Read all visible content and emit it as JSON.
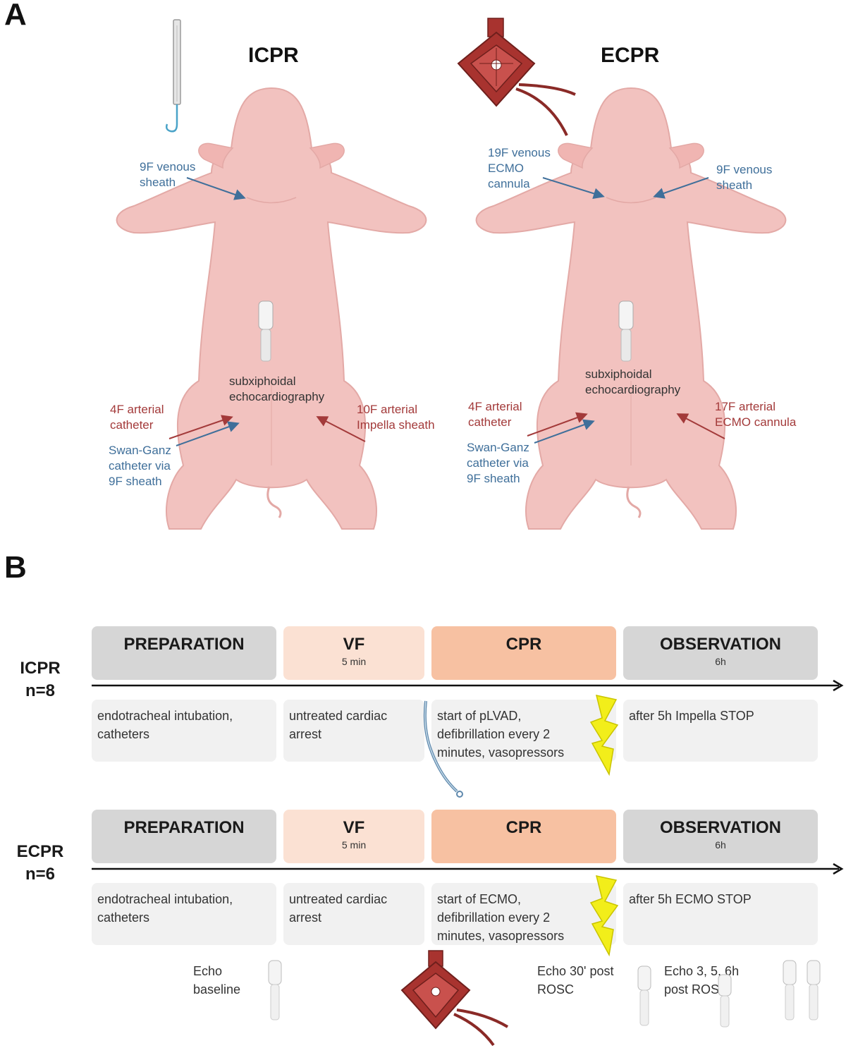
{
  "panel_a": {
    "letter": "A",
    "left": {
      "title": "ICPR",
      "venous": "9F venous\nsheath",
      "echo": "subxiphoidal\nechocardiography",
      "arterial_cath": "4F arterial\ncatheter",
      "impella": "10F arterial\nImpella sheath",
      "swan": "Swan-Ganz\ncatheter via\n9F sheath"
    },
    "right": {
      "title": "ECPR",
      "ecmo_venous": "19F venous\nECMO\ncannula",
      "venous": "9F venous\nsheath",
      "echo": "subxiphoidal\nechocardiography",
      "arterial_cath": "4F arterial\ncatheter",
      "ecmo_arterial": "17F arterial\nECMO cannula",
      "swan": "Swan-Ganz\ncatheter via\n9F sheath"
    },
    "colors": {
      "skin": "#f2c2bf",
      "skin_dark": "#e3a9a6",
      "blue_label": "#3f6f9a",
      "red_label": "#a33a3a",
      "ecmo": "#a8332f"
    }
  },
  "panel_b": {
    "letter": "B",
    "icpr": {
      "group": "ICPR\nn=8",
      "phases": [
        {
          "title": "PREPARATION",
          "sub": ""
        },
        {
          "title": "VF",
          "sub": "5 min"
        },
        {
          "title": "CPR",
          "sub": ""
        },
        {
          "title": "OBSERVATION",
          "sub": "6h"
        }
      ],
      "descs": [
        "endotracheal intubation,\ncatheters",
        "untreated cardiac\narrest",
        "start of pLVAD,\ndefibrillation every 2\nminutes, vasopressors",
        "after 5h Impella STOP"
      ]
    },
    "ecpr": {
      "group": "ECPR\nn=6",
      "phases": [
        {
          "title": "PREPARATION",
          "sub": ""
        },
        {
          "title": "VF",
          "sub": "5 min"
        },
        {
          "title": "CPR",
          "sub": ""
        },
        {
          "title": "OBSERVATION",
          "sub": "6h"
        }
      ],
      "descs": [
        "endotracheal intubation,\ncatheters",
        "untreated cardiac\narrest",
        "start of ECMO,\ndefibrillation every 2\nminutes, vasopressors",
        "after 5h ECMO STOP"
      ]
    },
    "echo": {
      "baseline": "Echo\nbaseline",
      "post30": "Echo 30' post\nROSC",
      "post356": "Echo 3, 5, 6h\npost ROSC"
    },
    "colors": {
      "prep": "#d6d6d6",
      "vf": "#fbe1d3",
      "cpr": "#f7c1a2",
      "obs": "#d6d6d6",
      "desc": "#f1f1f1",
      "bolt": "#f2ee1a"
    }
  }
}
